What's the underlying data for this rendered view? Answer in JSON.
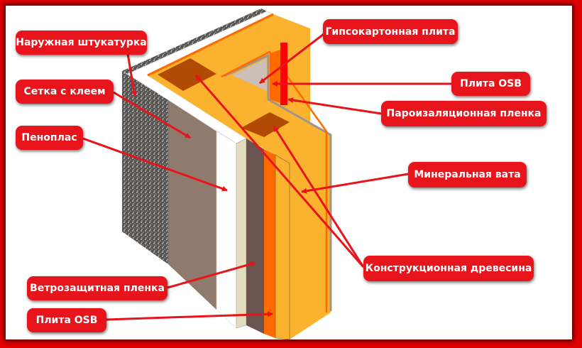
{
  "labels": {
    "exterior_plaster": "Наружная штукатурка",
    "mesh_with_glue": "Сетка с клеем",
    "foam": "Пеноплас",
    "gypsum_board": "Гипсокартонная плита",
    "osb_inner": "Плита OSB",
    "vapor_barrier": "Пароизаляционная пленка",
    "mineral_wool": "Минеральная вата",
    "structural_timber": "Конструкционная древесина",
    "wind_barrier": "Ветрозащитная пленка",
    "osb_outer": "Плита OSB"
  },
  "colors": {
    "frame": "#e00000",
    "label": "#e8141c",
    "wool": "#fbb22e",
    "timber": "#b04a05",
    "membrane": "#ff6a00",
    "mesh": "#8f7a6e",
    "wind": "#6b5450"
  }
}
